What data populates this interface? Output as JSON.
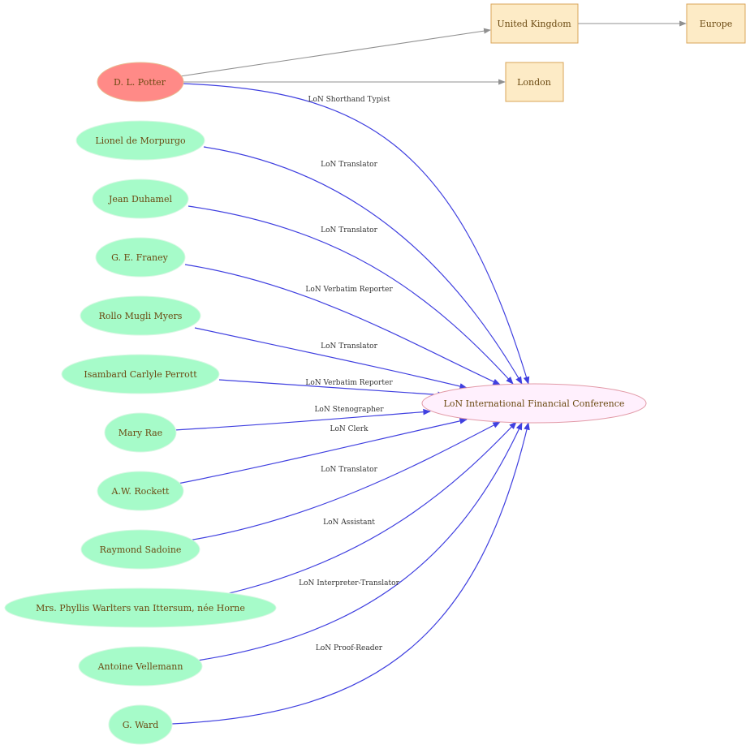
{
  "colors": {
    "person_fill": "#a6fbc9",
    "person_stroke": "#d8f7e3",
    "highlight_fill": "#ff8a87",
    "highlight_stroke": "#e8b98f",
    "place_fill": "#fdebc6",
    "place_stroke": "#d9a45a",
    "event_fill": "#fff0fd",
    "event_stroke": "#e29aa7",
    "role_edge": "#4040e0",
    "place_edge": "#909090",
    "node_text": "#6b4a12"
  },
  "nodes": {
    "potter": "D. L.  Potter",
    "morpurgo": "Lionel de Morpurgo",
    "duhamel": "Jean Duhamel",
    "franey": "G. E.  Franey",
    "myers": "Rollo Mugli Myers",
    "perrott": "Isambard Carlyle  Perrott",
    "rae": "Mary Rae",
    "rockett": "A.W. Rockett",
    "sadoine": "Raymond Sadoine",
    "ittersum": "Mrs. Phyllis Warlters van Ittersum, née Horne",
    "vellemann": "Antoine Vellemann",
    "ward": "G. Ward",
    "uk": "United Kingdom",
    "europe": "Europe",
    "london": "London",
    "conference": "LoN International Financial Conference"
  },
  "edges": {
    "potter_role": "LoN Shorthand Typist",
    "morpurgo_role": "LoN Translator",
    "duhamel_role": "LoN Translator",
    "franey_role": "LoN Verbatim Reporter",
    "myers_role": "LoN Translator",
    "perrott_role": "LoN Verbatim Reporter",
    "rae_role": "LoN Stenographer",
    "rockett_role": "LoN Clerk",
    "sadoine_role": "LoN Translator",
    "ittersum_role": "LoN Assistant",
    "vellemann_role": "LoN Interpreter-Translator",
    "ward_role": "LoN Proof-Reader"
  }
}
